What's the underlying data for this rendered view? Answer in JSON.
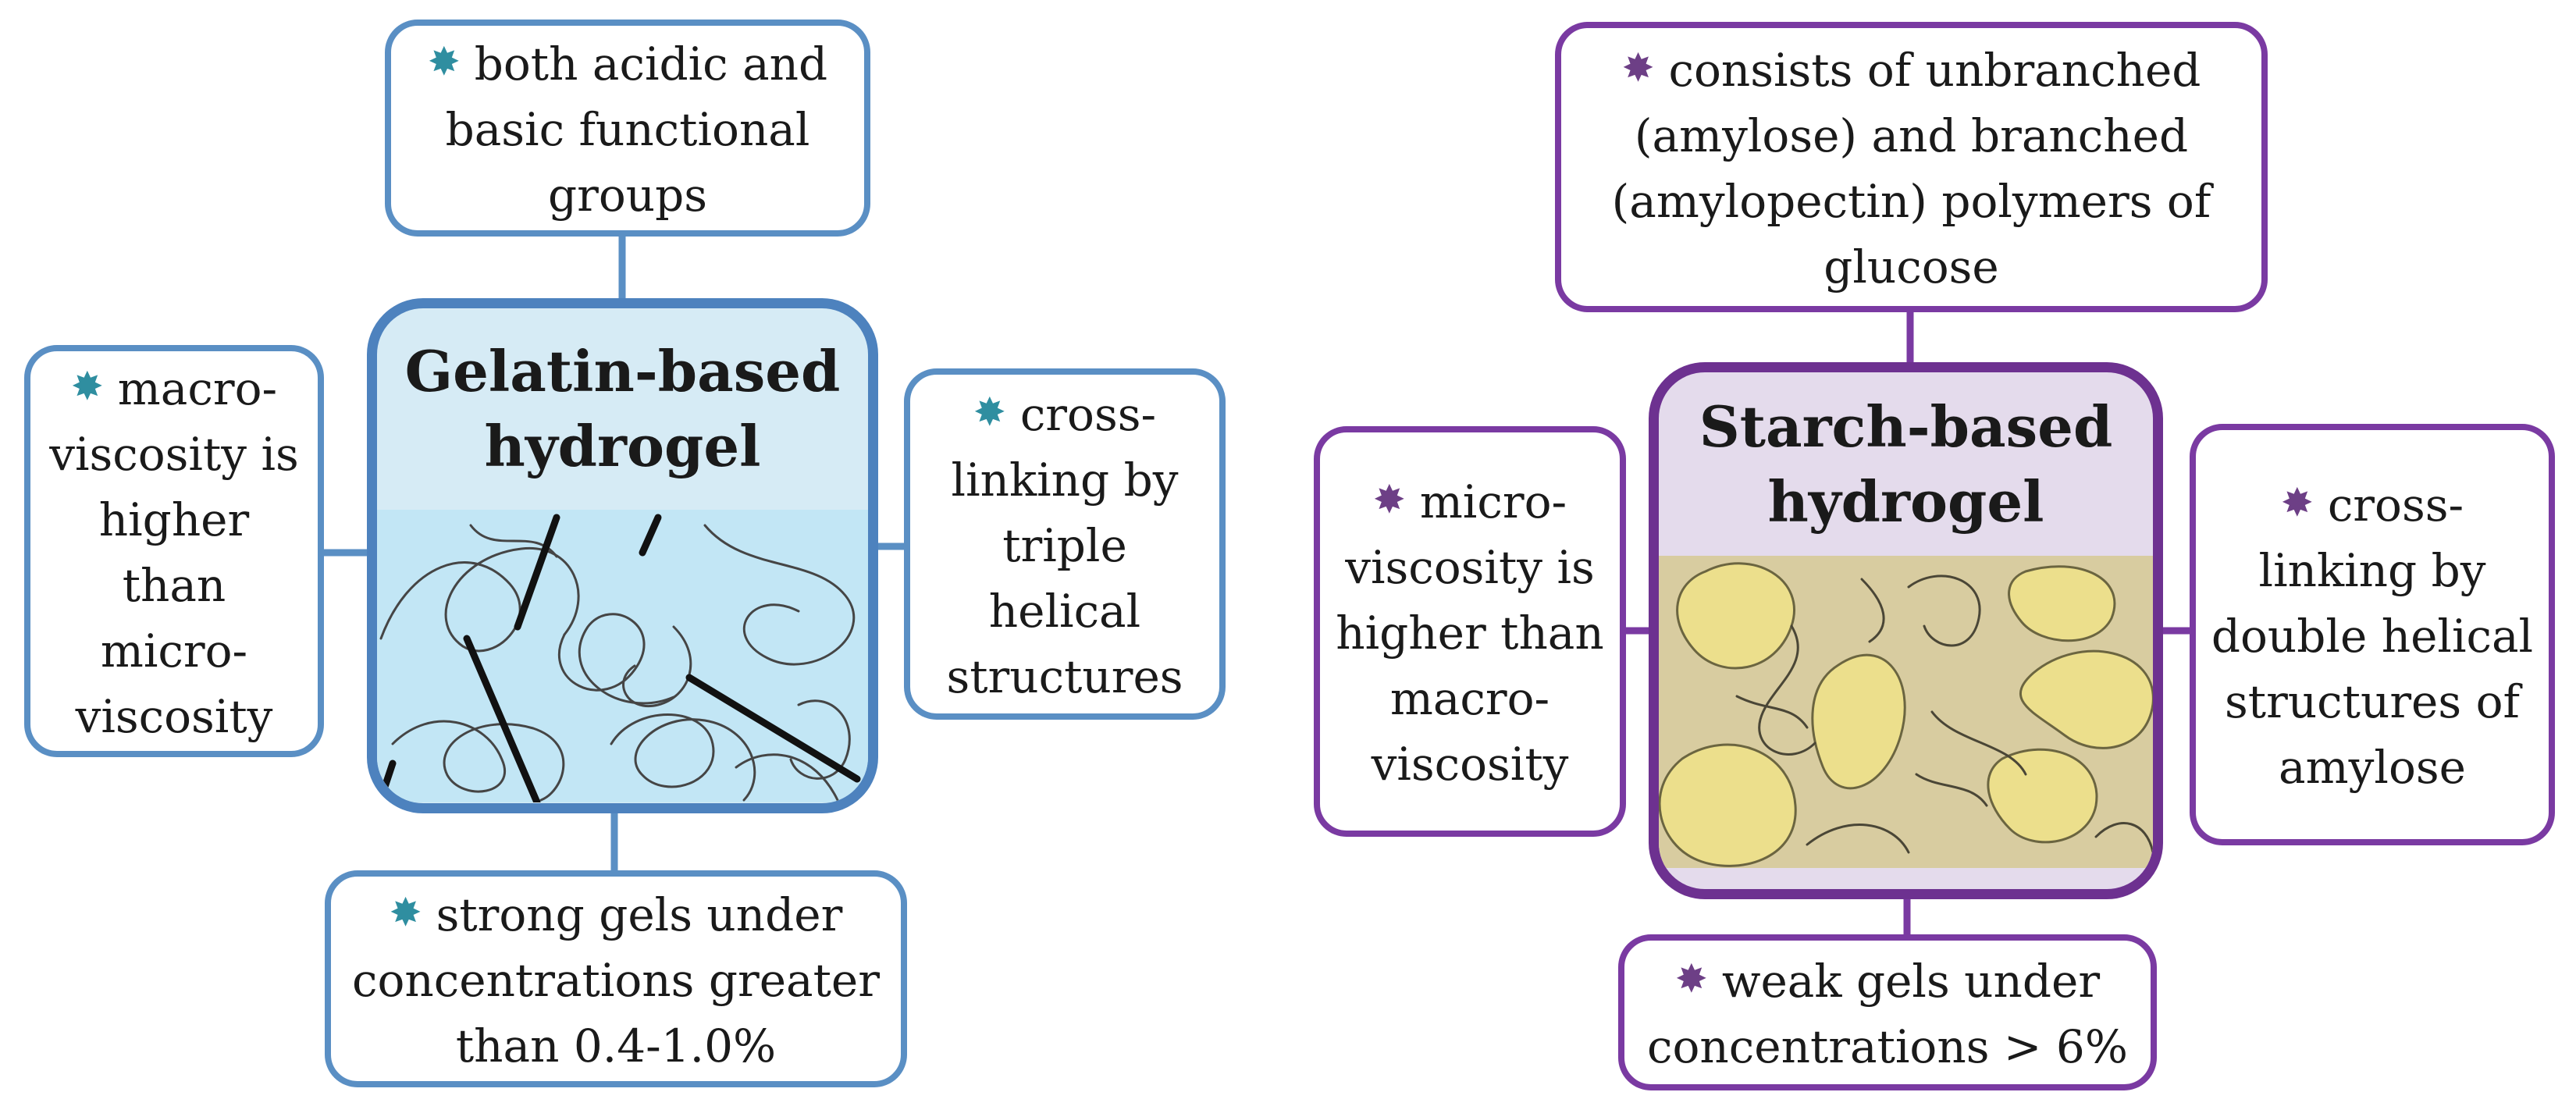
{
  "colors": {
    "gelatin_accent": "#5a8fc4",
    "gelatin_star": "#2f8ea0",
    "gelatin_center_border": "#4d82be",
    "gelatin_panel_fill": "#d6ebf5",
    "gelatin_image_fill": "#c2e6f5",
    "starch_accent": "#7a3aa2",
    "starch_star": "#6d3f86",
    "starch_center_border": "#6d3190",
    "starch_panel_fill": "#e4dbec",
    "starch_image_fill": "#d8cca0",
    "starch_granule_fill": "#ecdf8c"
  },
  "icons": {
    "bullet": "star-bullet-icon",
    "bullet_glyph": "✸"
  },
  "gelatin": {
    "title": "Gelatin-based hydrogel",
    "top": "both acidic and basic functional groups",
    "left": "macro-viscosity is higher than micro-viscosity",
    "right": "cross-linking by triple helical structures",
    "bottom": "strong gels under concentrations greater than 0.4-1.0%"
  },
  "starch": {
    "title": "Starch-based hydrogel",
    "top": "consists of unbranched (amylose) and branched (amylopectin) polymers of glucose",
    "left": "micro-viscosity is higher than macro-viscosity",
    "right": "cross-linking by double helical structures of amylose",
    "bottom": "weak gels under concentrations > 6%"
  }
}
